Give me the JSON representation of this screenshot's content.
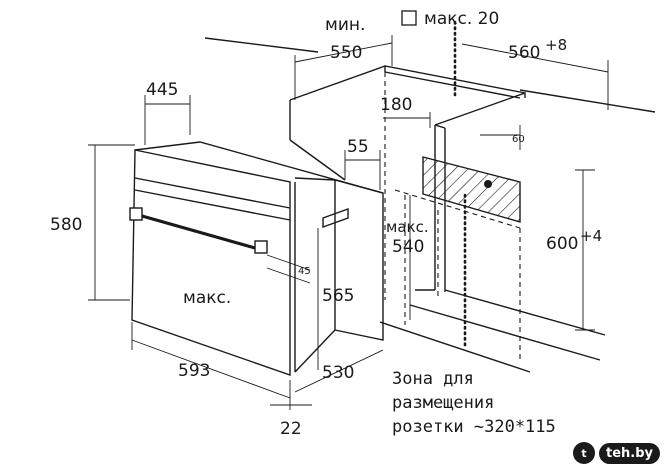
{
  "dims": {
    "min_label": "мин.",
    "min_value": "550",
    "max_top": "макс. 20",
    "width_560": "560",
    "width_560_tol": "+8",
    "d445": "445",
    "d180": "180",
    "d55": "55",
    "d60": "60",
    "d580": "580",
    "max_540_label": "макс.",
    "max_540_value": "540",
    "h600": "600",
    "h600_tol": "+4",
    "angle45": "45",
    "max_label": "макс.",
    "d565": "565",
    "d593": "593",
    "d530": "530",
    "d22": "22"
  },
  "socket_zone": {
    "line1": "Зона для",
    "line2": "размещения",
    "line3": "розетки ~320*115"
  },
  "watermark": {
    "badge": "t",
    "text": "teh.by"
  }
}
